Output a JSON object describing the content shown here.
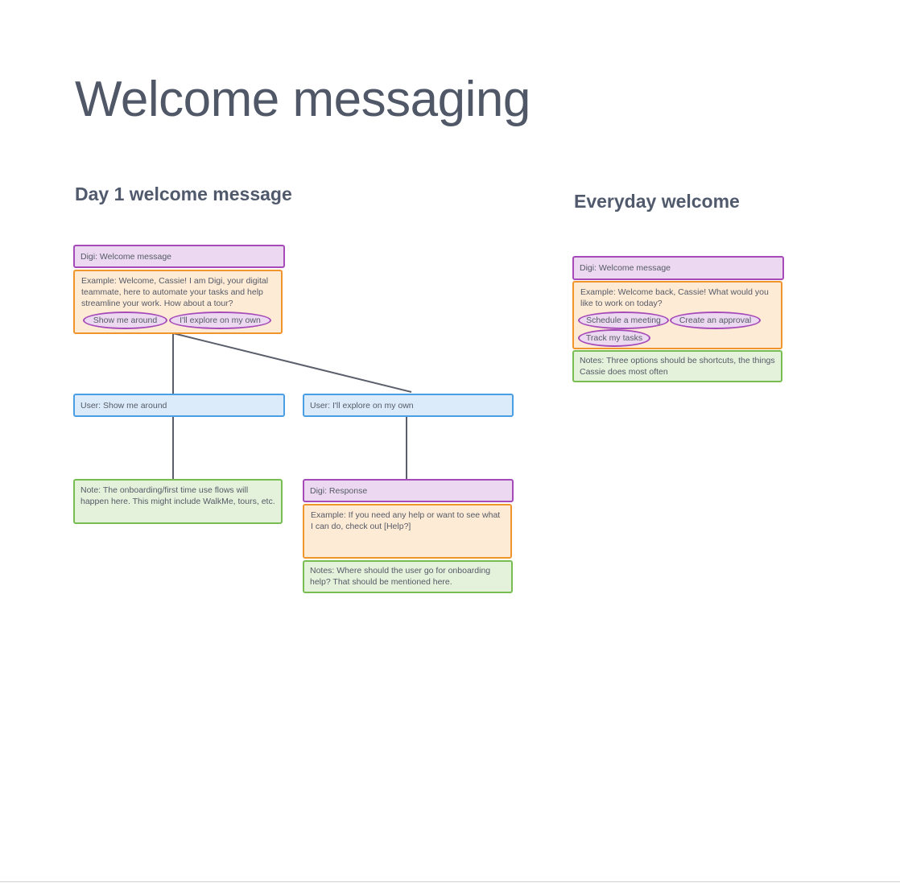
{
  "page": {
    "title": "Welcome messaging"
  },
  "day1": {
    "heading": "Day 1 welcome message",
    "digi_welcome": "Digi: Welcome message",
    "example": "Example: Welcome, Cassie! I am Digi, your digital teammate, here to automate your tasks and help streamline your work. How about a tour?",
    "option_tour": "Show me around",
    "option_explore": "I'll explore on my own",
    "user_tour": "User: Show me around",
    "user_explore": "User: I'll explore on my own",
    "note_onboarding": "Note: The onboarding/first time use flows will happen here. This might include WalkMe, tours, etc.",
    "digi_response": "Digi: Response",
    "response_example": "Example: If you need any help or want to see what I can do, check out [Help?]",
    "response_notes": "Notes: Where should the user go for onboarding help? That should be mentioned here."
  },
  "everyday": {
    "heading": "Everyday welcome",
    "digi_welcome": "Digi: Welcome message",
    "example": "Example: Welcome back, Cassie! What would you like to work on today?",
    "option_meeting": "Schedule a meeting",
    "option_approval": "Create an approval",
    "option_tasks": "Track my tasks",
    "notes": "Notes: Three options should be shortcuts, the things Cassie does most often"
  },
  "colors": {
    "digi": "#ecd9f1",
    "example": "#fdebd6",
    "user": "#dcebf9",
    "note": "#e4f2dc",
    "connector": "#5a5f6b"
  }
}
